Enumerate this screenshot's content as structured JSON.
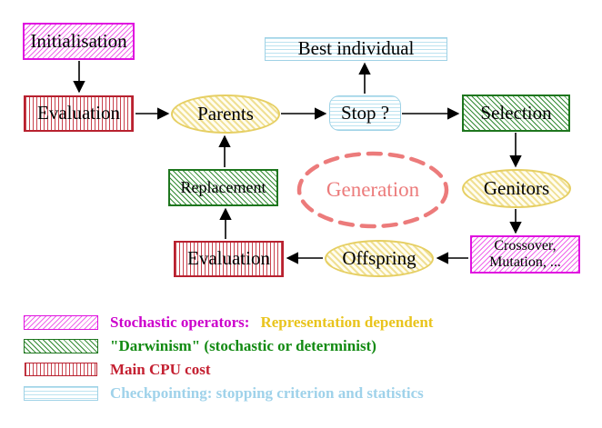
{
  "diagram": {
    "nodes": {
      "initialisation": "Initialisation",
      "evaluation_top": "Evaluation",
      "parents": "Parents",
      "best_individual": "Best individual",
      "stop": "Stop ?",
      "selection": "Selection",
      "genitors": "Genitors",
      "crossover_line1": "Crossover,",
      "crossover_line2": "Mutation, ...",
      "offspring": "Offspring",
      "evaluation_bottom": "Evaluation",
      "replacement": "Replacement",
      "generation": "Generation"
    },
    "colors": {
      "stochastic_magenta": "#e011e0",
      "darwinism_green": "#1e761e",
      "main_cpu_red": "#b8212f",
      "checkpointing_blue": "#9fd2e6",
      "operator_yellow": "#e6cf63",
      "generation_salmon": "#ec7b7b",
      "representation_gold": "#e9c41d"
    }
  },
  "legend": {
    "row1_label": "Stochastic operators:",
    "row1_extra": "Representation dependent",
    "row2_label": "\"Darwinism\" (stochastic or determinist)",
    "row3_label": "Main CPU cost",
    "row4_label": "Checkpointing: stopping criterion and statistics"
  }
}
